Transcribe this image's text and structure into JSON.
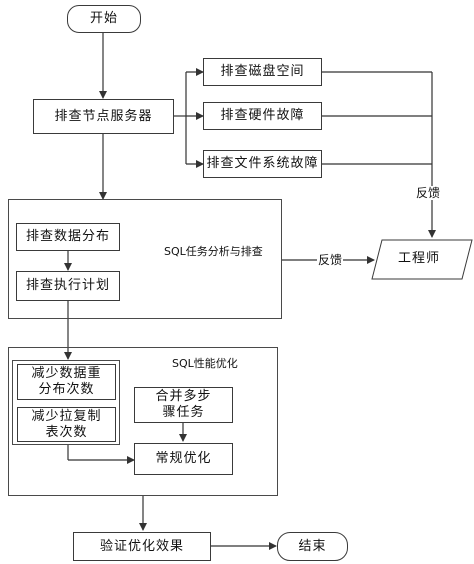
{
  "nodes": {
    "start": "开始",
    "check_server": "排查节点服务器",
    "check_disk": "排查磁盘空间",
    "check_hardware": "排查硬件故障",
    "check_filesystem": "排查文件系统故障",
    "check_data_dist": "排查数据分布",
    "check_exec_plan": "排查执行计划",
    "engineer": "工程师",
    "reduce_redistribution": "减少数据重分布次数",
    "reduce_replicated": "减少拉复制表次数",
    "merge_steps": "合并多步骤任务",
    "regular_opt": "常规优化",
    "verify": "验证优化效果",
    "end": "结束"
  },
  "groups": {
    "sql_analysis": "SQL任务分析与排查",
    "sql_optimization": "SQL性能优化"
  },
  "edge_labels": {
    "feedback_top": "反馈",
    "feedback_mid": "反馈"
  },
  "colors": {
    "line": "#333333",
    "border": "#3a3a3a"
  }
}
